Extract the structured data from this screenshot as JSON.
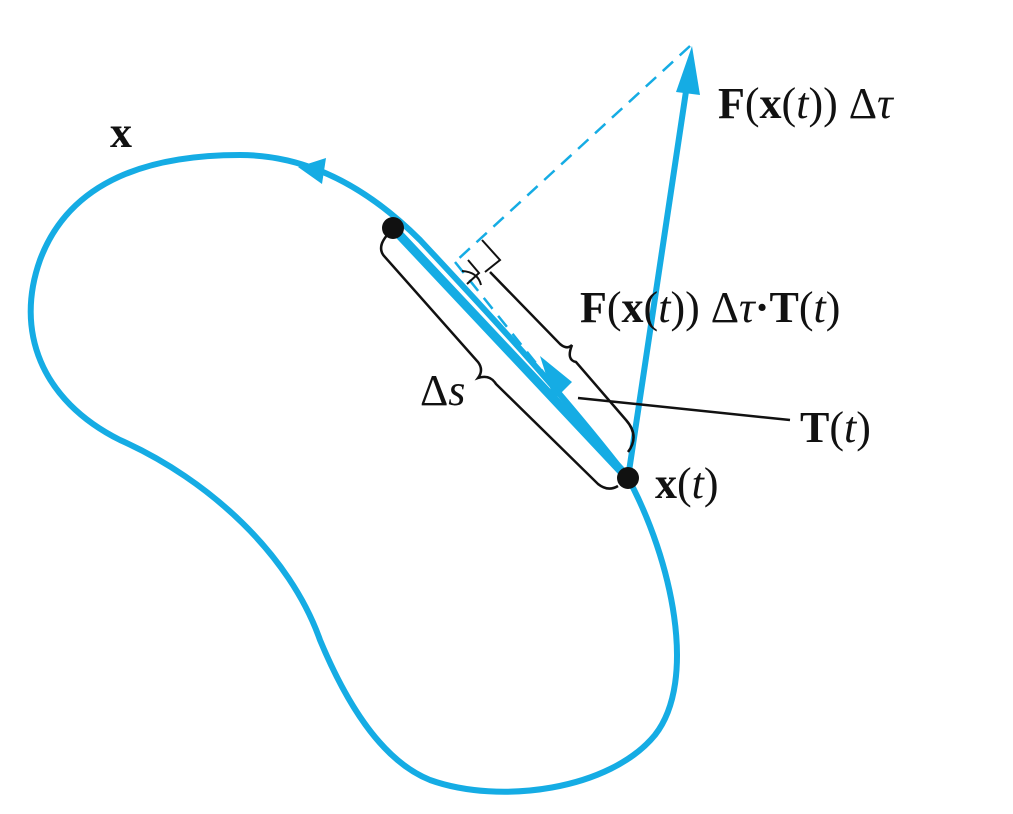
{
  "colors": {
    "curve": "#15ace4",
    "ink": "#111111"
  },
  "labels": {
    "curve_name": "x",
    "force_vector": {
      "F": "F",
      "open1": "(",
      "x": "x",
      "open2": "(",
      "t": "t",
      "close": "))",
      "delta": " Δ",
      "tau": "τ"
    },
    "projection": {
      "F": "F",
      "open1": "(",
      "x": "x",
      "open2": "(",
      "t": "t",
      "close": "))",
      "delta": " Δ",
      "tau": "τ",
      "dot": "·",
      "T": "T",
      "open3": "(",
      "t2": "t",
      "close2": ")"
    },
    "tangent": {
      "T": "T",
      "open": "(",
      "t": "t",
      "close": ")"
    },
    "arc_length": {
      "delta": "Δ",
      "s": "s"
    },
    "point": {
      "x": "x",
      "open": "(",
      "t": "t",
      "close": ")"
    }
  }
}
